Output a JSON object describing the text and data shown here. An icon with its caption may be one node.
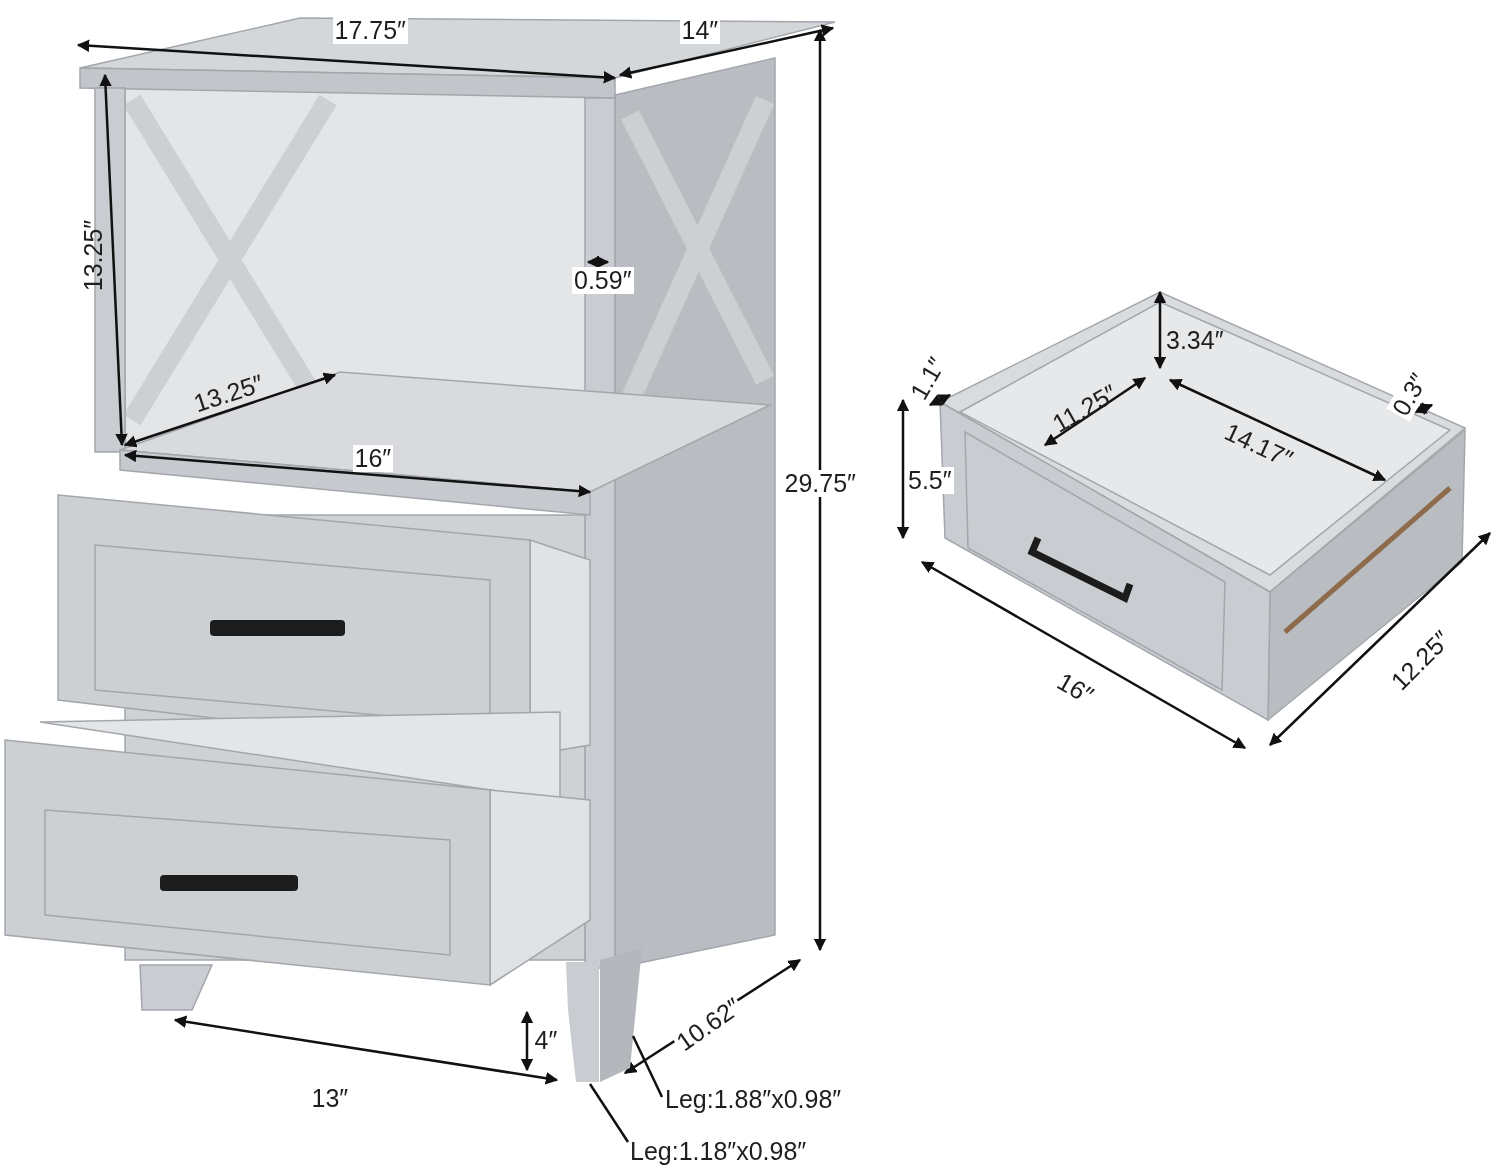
{
  "diagram": {
    "nodes": [
      {
        "text": [
          "Leg:1.88″x0.98″"
        ]
      },
      {
        "text": [],
        "shape": "box"
      },
      {
        "text": [
          "Leg:1.18″x0.98″"
        ]
      },
      {
        "text": [],
        "shape": "box"
      }
    ],
    "edges": [
      {
        "from": 0,
        "to": 3,
        "arrow": "none"
      },
      {
        "from": 2,
        "to": 1,
        "arrow": "none"
      }
    ],
    "labels": [
      "17.75″",
      "14″",
      "13.25″",
      "0.59″",
      "13.25″",
      "16″",
      "29.75″",
      "3.34″",
      "1.1″",
      "11.25″",
      "0.3″",
      "14.17″",
      "5.5″",
      "16″",
      "12.25″",
      "4″",
      "10.62″",
      "13″"
    ]
  }
}
